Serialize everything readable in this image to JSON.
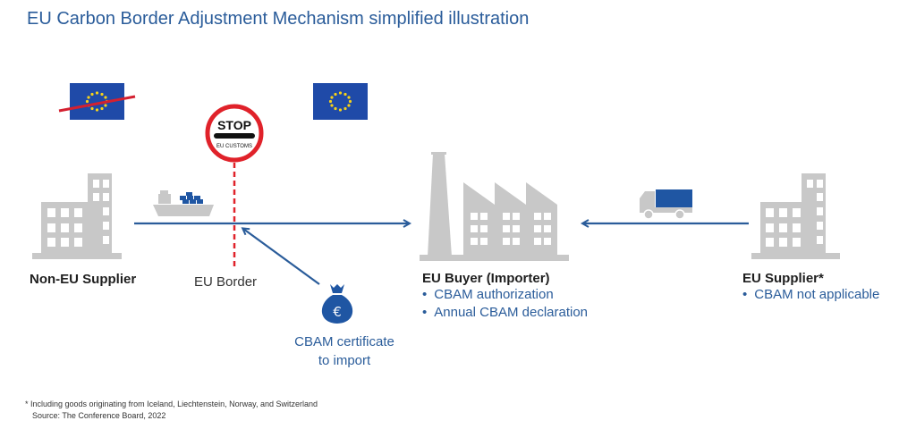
{
  "title": "EU Carbon Border Adjustment Mechanism simplified illustration",
  "colors": {
    "accent_blue": "#2a5c9a",
    "building_gray": "#c8c8c8",
    "stop_red": "#e0222a",
    "eu_flag_blue": "#1f4aa8",
    "eu_flag_star": "#f6d21a"
  },
  "icons": {
    "flag_crossed": "eu-flag-crossed-icon",
    "flag_eu": "eu-flag-icon",
    "stop_sign": "stop-sign-icon",
    "ship": "cargo-ship-icon",
    "truck": "truck-icon",
    "money_bag": "euro-money-bag-icon",
    "non_eu_building": "office-building-icon",
    "factory": "factory-icon",
    "eu_building": "office-building-icon"
  },
  "stop_sign": {
    "top_text": "STOP",
    "bottom_text": "EU CUSTOMS"
  },
  "non_eu_supplier": {
    "label": "Non-EU Supplier"
  },
  "eu_border": {
    "label": "EU Border"
  },
  "certificate": {
    "line1": "CBAM certificate",
    "line2": "to import"
  },
  "eu_buyer": {
    "label": "EU Buyer (Importer)",
    "bullets": [
      "CBAM authorization",
      "Annual CBAM declaration"
    ]
  },
  "eu_supplier": {
    "label": "EU Supplier*",
    "bullets": [
      "CBAM not applicable"
    ]
  },
  "footnote": {
    "line1": "* Including goods originating from Iceland, Liechtenstein, Norway, and Switzerland",
    "line2": "Source: The Conference Board, 2022"
  }
}
